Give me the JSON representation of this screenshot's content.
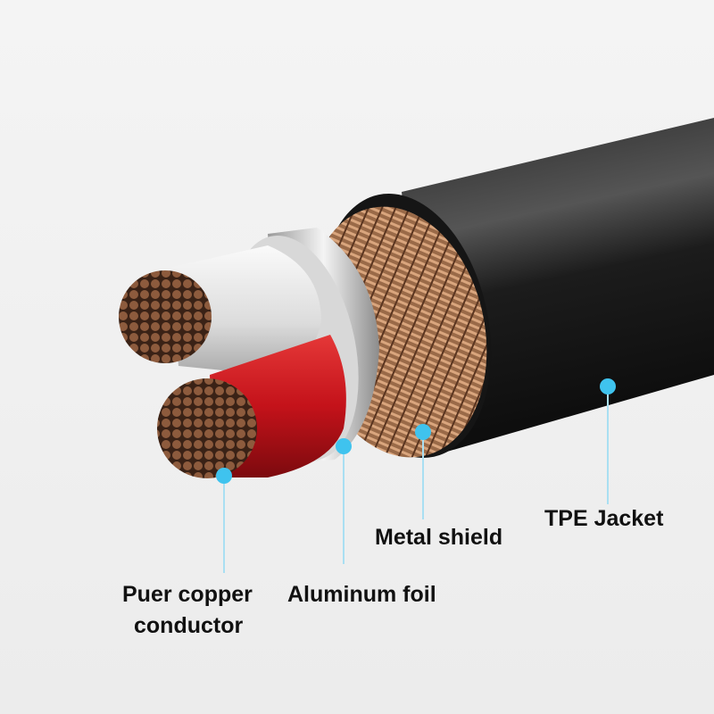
{
  "labels": {
    "conductor_line1": "Puer copper",
    "conductor_line2": "conductor",
    "foil": "Aluminum foil",
    "shield": "Metal shield",
    "jacket": "TPE Jacket"
  },
  "colors": {
    "background": "#f1f1f1",
    "jacket": "#1a1a1a",
    "copper": "#8a5a3c",
    "red_insulation": "#d21a22",
    "white_insulation": "#e8e8e8",
    "foil": "#c8c8c8",
    "marker": "#3fc3ee"
  }
}
